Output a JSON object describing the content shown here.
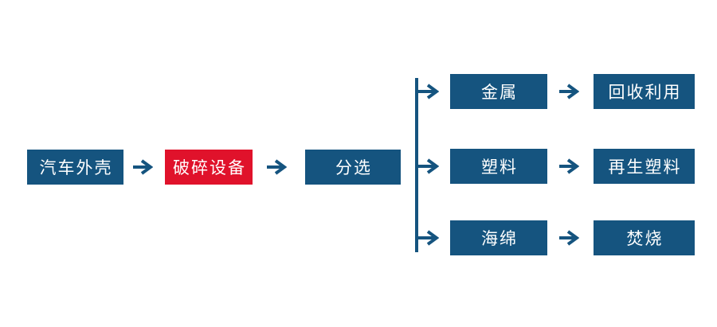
{
  "colors": {
    "background": "#ffffff",
    "box_blue": "#15547f",
    "box_red": "#e0122b",
    "connector": "#15547f",
    "box_text": "#ffffff"
  },
  "icons": {
    "arrow_right": "→"
  },
  "flow": {
    "main_nodes": [
      {
        "label": "汽车外壳",
        "variant": "blue"
      },
      {
        "label": "破碎设备",
        "variant": "red"
      },
      {
        "label": "分选",
        "variant": "blue"
      }
    ],
    "branches": [
      {
        "material": "金属",
        "result": "回收利用"
      },
      {
        "material": "塑料",
        "result": "再生塑料"
      },
      {
        "material": "海绵",
        "result": "焚烧"
      }
    ]
  }
}
